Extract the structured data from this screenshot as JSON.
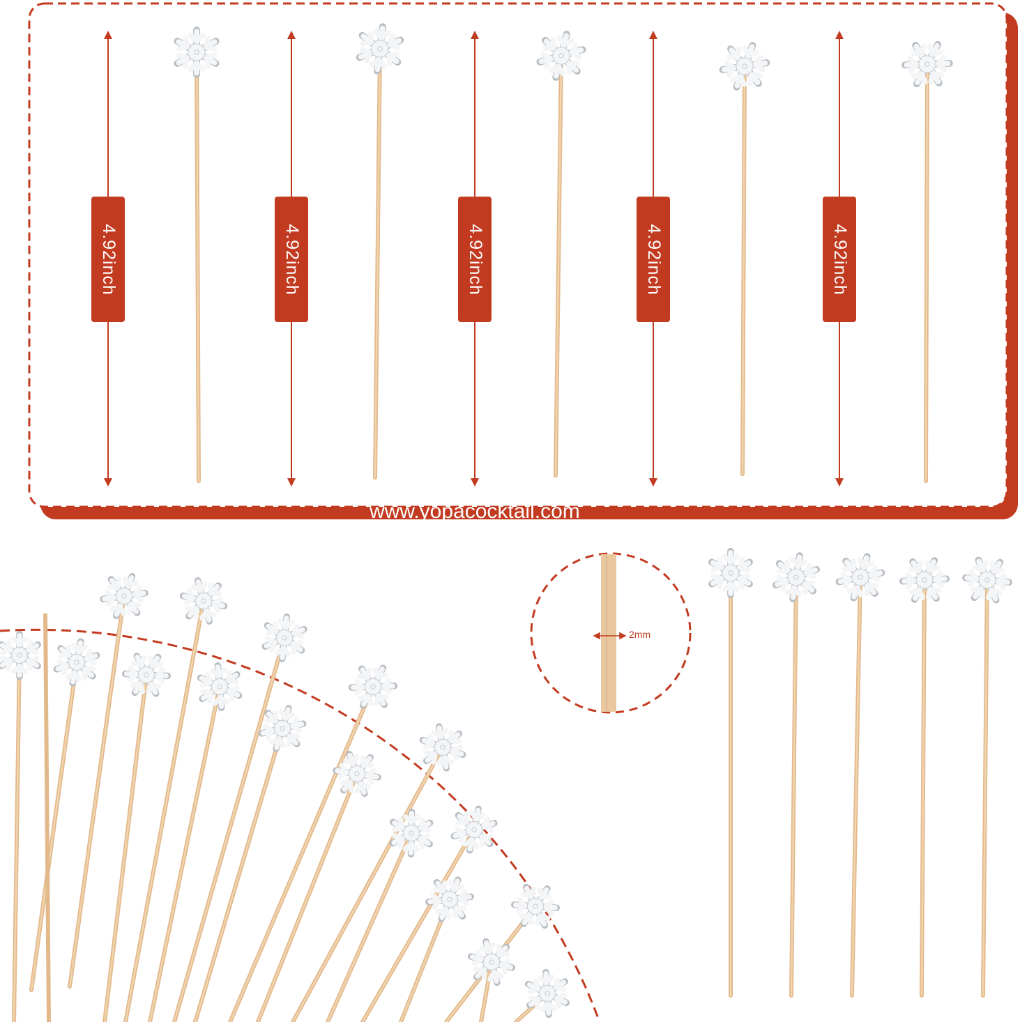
{
  "measurement": {
    "length_label": "4.92inch",
    "count": 5
  },
  "detail": {
    "diameter_label": "2mm"
  },
  "watermark": {
    "text": "www.yopacocktail.com"
  },
  "icons": [
    "snowflake-icon",
    "double-arrow-icon"
  ],
  "colors": {
    "accent": "#c23a1f",
    "wood": "#e9c79f",
    "snowflake": "#f4f5f6",
    "snowflake_shadow": "#b9bec4"
  }
}
